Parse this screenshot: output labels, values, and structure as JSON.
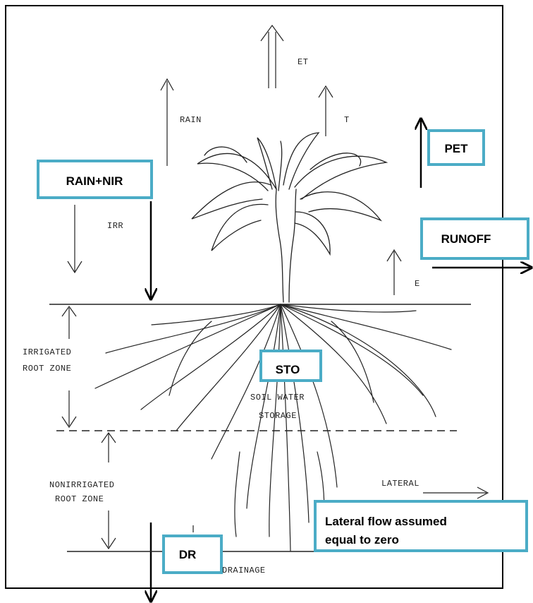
{
  "sketch_labels": {
    "et": "ET",
    "rain": "RAIN",
    "t": "T",
    "irr": "IRR",
    "e": "E",
    "irrigated_root_zone_1": "IRRIGATED",
    "irrigated_root_zone_2": "ROOT ZONE",
    "soil_water": "SOIL WATER",
    "storage": "STORAGE",
    "nonirrigated_1": "NONIRRIGATED",
    "nonirrigated_2": "ROOT ZONE",
    "lateral": "LATERAL",
    "drainage": "DRAINAGE"
  },
  "boxes": {
    "rain_nir": "RAIN+NIR",
    "pet": "PET",
    "runoff": "RUNOFF",
    "sto": "STO",
    "lateral_flow_1": "Lateral flow assumed",
    "lateral_flow_2": "equal to zero",
    "dr": "DR"
  },
  "colors": {
    "box_border": "#4BACC6",
    "line": "#000000"
  }
}
